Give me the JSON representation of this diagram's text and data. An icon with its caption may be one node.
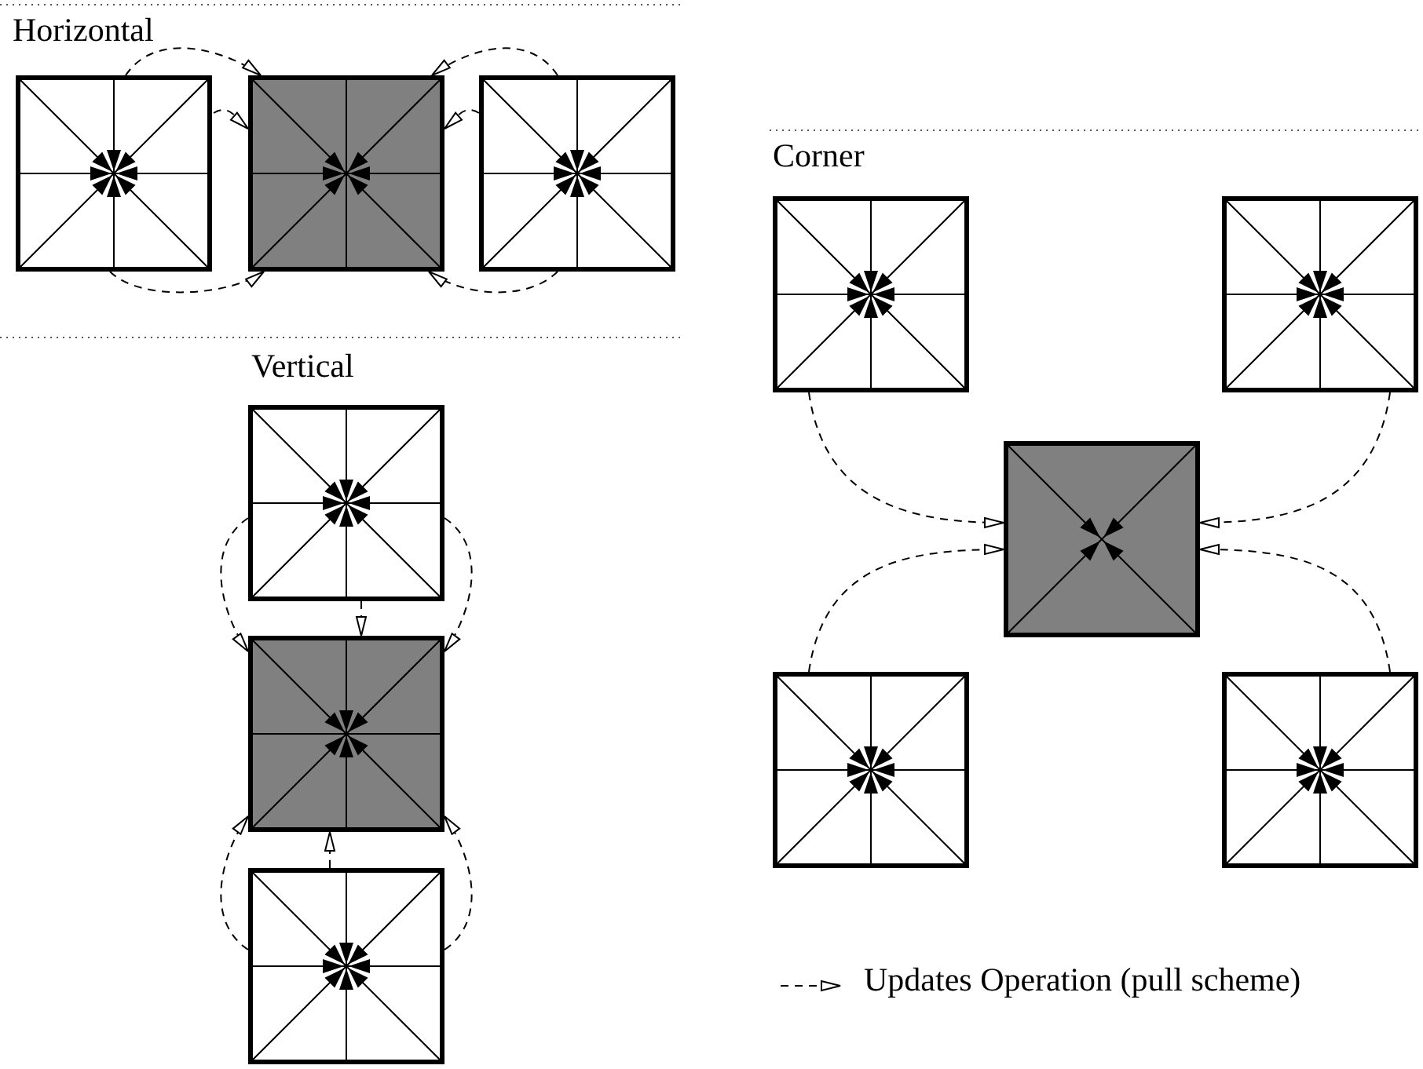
{
  "diagram": {
    "nodes": [
      {
        "text": [],
        "shape": "box"
      },
      {
        "text": [],
        "shape": "box"
      },
      {
        "text": [],
        "shape": "box"
      },
      {
        "text": [],
        "shape": "box"
      },
      {
        "text": [],
        "shape": "box"
      },
      {
        "text": [],
        "shape": "box"
      },
      {
        "text": [],
        "shape": "box"
      },
      {
        "text": [],
        "shape": "box"
      },
      {
        "text": [],
        "shape": "box"
      },
      {
        "text": [],
        "shape": "box"
      },
      {
        "text": [],
        "shape": "box"
      }
    ],
    "edges": [
      {
        "from": 0,
        "to": 1,
        "arrow": "to",
        "style": "dashed"
      },
      {
        "from": 0,
        "to": 1,
        "arrow": "to",
        "style": "dashed"
      },
      {
        "from": 0,
        "to": 1,
        "arrow": "to",
        "style": "dashed"
      },
      {
        "from": 2,
        "to": 1,
        "arrow": "to",
        "style": "dashed"
      },
      {
        "from": 2,
        "to": 1,
        "arrow": "to",
        "style": "dashed"
      },
      {
        "from": 2,
        "to": 1,
        "arrow": "to",
        "style": "dashed"
      },
      {
        "from": 3,
        "to": 4,
        "arrow": "to",
        "style": "dashed"
      },
      {
        "from": 3,
        "to": 4,
        "arrow": "to",
        "style": "dashed"
      },
      {
        "from": 3,
        "to": 4,
        "arrow": "to",
        "style": "dashed"
      },
      {
        "from": 5,
        "to": 4,
        "arrow": "to",
        "style": "dashed"
      },
      {
        "from": 5,
        "to": 4,
        "arrow": "to",
        "style": "dashed"
      },
      {
        "from": 5,
        "to": 4,
        "arrow": "to",
        "style": "dashed"
      },
      {
        "from": 6,
        "to": 8,
        "arrow": "to",
        "style": "dashed"
      },
      {
        "from": 7,
        "to": 8,
        "arrow": "to",
        "style": "dashed"
      },
      {
        "from": 9,
        "to": 8,
        "arrow": "to",
        "style": "dashed"
      },
      {
        "from": 10,
        "to": 8,
        "arrow": "to",
        "style": "dashed"
      }
    ],
    "labels": [
      "Horizontal",
      "Corner",
      "Vertical"
    ],
    "legend": [
      {
        "text": "Updates Operation (pull scheme)"
      }
    ]
  }
}
